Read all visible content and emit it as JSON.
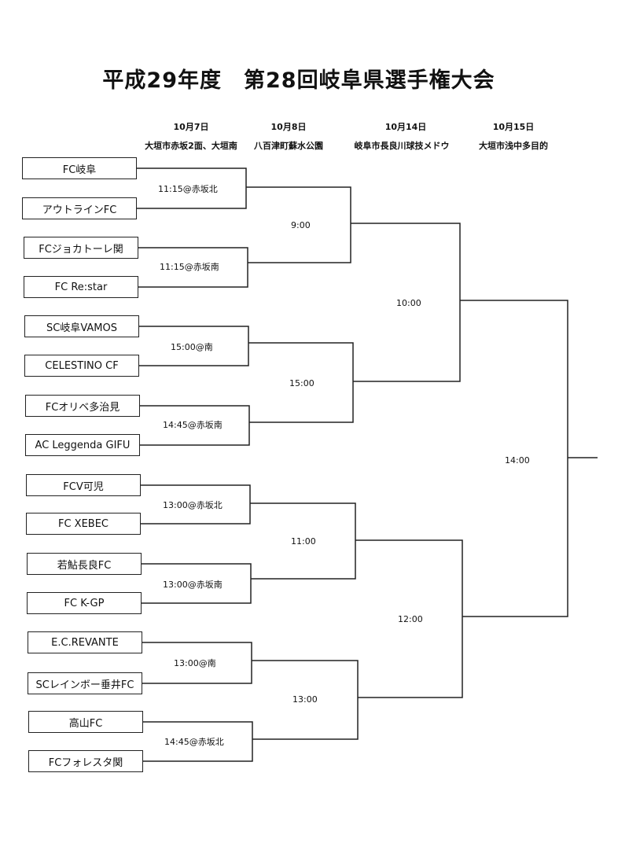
{
  "title": "平成29年度　第28回岐阜県選手権大会",
  "columns": [
    {
      "date": "10月7日",
      "venue": "大垣市赤坂2面、大垣南"
    },
    {
      "date": "10月8日",
      "venue": "八百津町蘇水公園"
    },
    {
      "date": "10月14日",
      "venue": "岐阜市長良川球技メドウ"
    },
    {
      "date": "10月15日",
      "venue": "大垣市浅中多目的"
    }
  ],
  "teams": [
    "FC岐阜",
    "アウトラインFC",
    "FCジョカトーレ関",
    "FC Re:star",
    "SC岐阜VAMOS",
    "CELESTINO CF",
    "FCオリベ多治見",
    "AC Leggenda GIFU",
    "FCV可児",
    "FC XEBEC",
    "若鮎長良FC",
    "FC K-GP",
    "E.C.REVANTE",
    "SCレインボー垂井FC",
    "高山FC",
    "FCフォレスタ関"
  ],
  "round1": [
    "11:15@赤坂北",
    "11:15@赤坂南",
    "15:00@南",
    "14:45@赤坂南",
    "13:00@赤坂北",
    "13:00@赤坂南",
    "13:00@南",
    "14:45@赤坂北"
  ],
  "round2": [
    "9:00",
    "15:00",
    "11:00",
    "13:00"
  ],
  "round3": [
    "10:00",
    "12:00"
  ],
  "final": "14:00"
}
